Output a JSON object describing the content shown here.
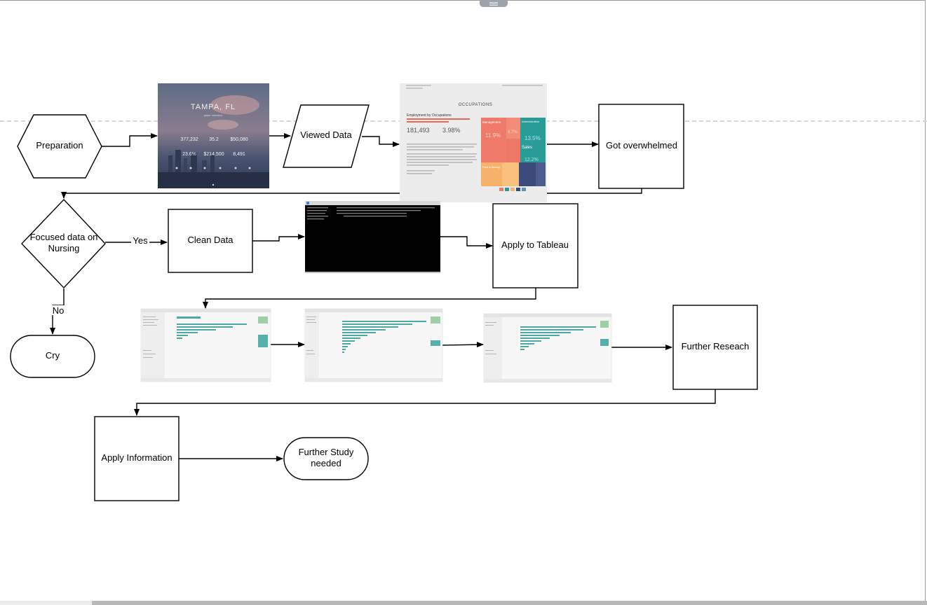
{
  "nodes": {
    "preparation": "Preparation",
    "viewed_data": "Viewed Data",
    "got_overwhelmed": "Got overwhelmed",
    "focused_line1": "Focused data on",
    "focused_line2": "Nursing",
    "clean_data": "Clean Data",
    "apply_tableau": "Apply to Tableau",
    "cry": "Cry",
    "further_research": "Further Reseach",
    "apply_information": "Apply Information",
    "further_study_line1": "Further Study",
    "further_study_line2": "needed"
  },
  "edges": {
    "yes": "Yes",
    "no": "No"
  },
  "images": {
    "tampa": {
      "title": "TAMPA, FL",
      "subtitle": "place overview",
      "stats": [
        "377,232",
        "35.2",
        "$50,080",
        "23.6%",
        "$214,500",
        "8,491"
      ]
    },
    "occupations": {
      "title": "OCCUPATIONS",
      "section": "Employment by Occupations",
      "stat1": "181,493",
      "stat2": "3.98%",
      "tiles": [
        "Management",
        "Administrative",
        "Sales",
        "Food & Serving",
        "11.9%",
        "13.5%",
        "12.2%",
        "6.7%"
      ]
    }
  },
  "colors": {
    "teal": "#2a9c98",
    "salmon": "#f07a6a",
    "orange": "#f6b26b",
    "navy": "#3c4a7a",
    "terminal": "#000000"
  }
}
